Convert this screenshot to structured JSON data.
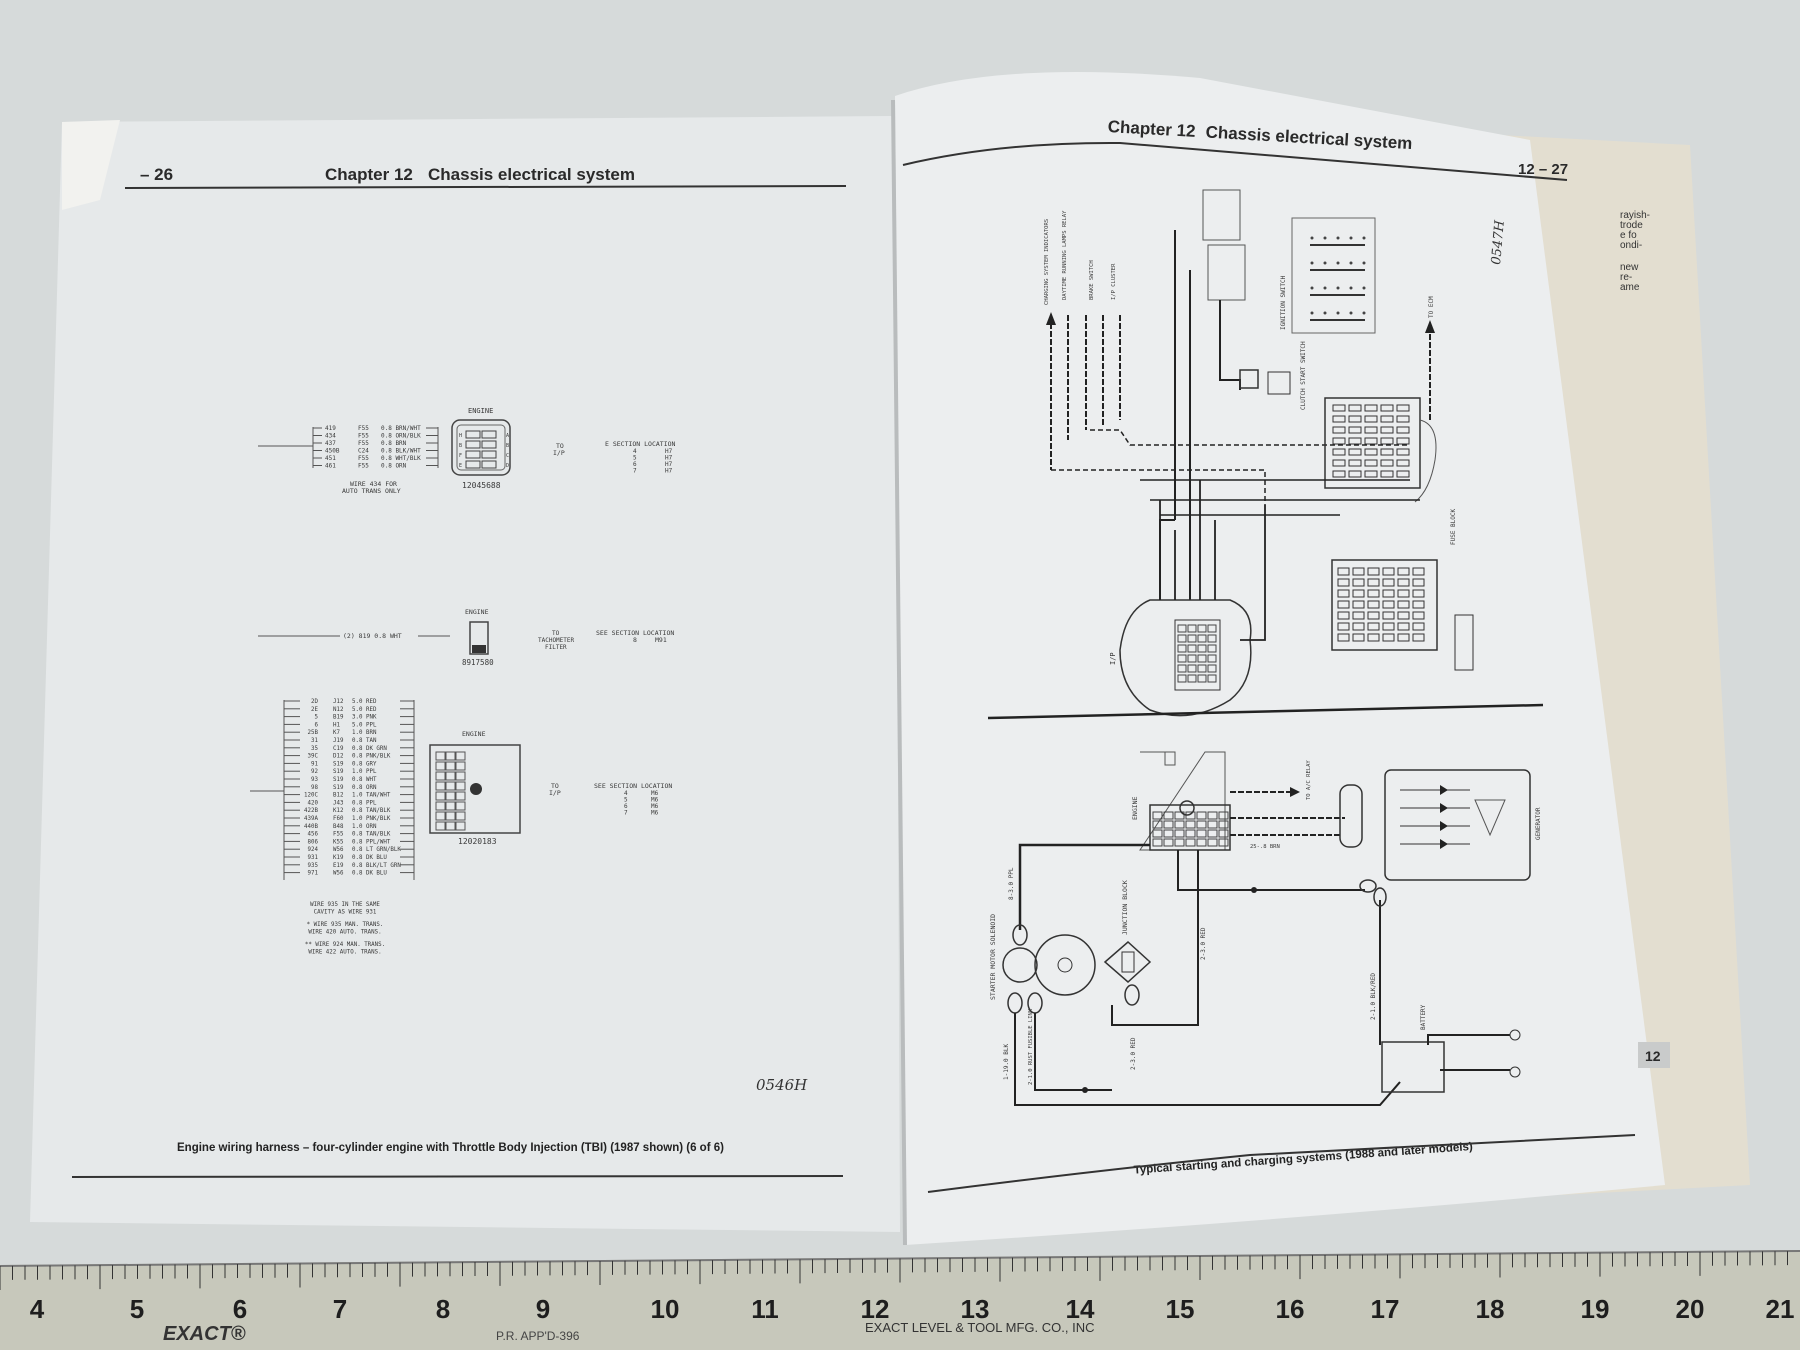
{
  "left_page": {
    "page_number": "– 26",
    "chapter": "Chapter 12",
    "chapter_title": "Chassis electrical system",
    "caption": "Engine wiring harness – four-cylinder engine with Throttle Body Injection (TBI) (1987 shown) (6 of 6)",
    "handwritten_code": "0546H",
    "connector1": {
      "label": "ENGINE",
      "part_number": "12045688",
      "wires": [
        [
          "419",
          "F55",
          "0.8 BRN/WHT"
        ],
        [
          "434",
          "F55",
          "0.8 ORN/BLK"
        ],
        [
          "437",
          "F55",
          "0.8 BRN"
        ],
        [
          "450B",
          "C24",
          "0.8 BLK/WHT"
        ],
        [
          "451",
          "F55",
          "0.8 WHT/BLK"
        ],
        [
          "461",
          "F55",
          "0.8 ORN"
        ]
      ],
      "pins": [
        "H",
        "B",
        "F",
        "E",
        "A",
        "B",
        "C",
        "D"
      ],
      "note": [
        "WIRE 434 FOR",
        "AUTO TRANS ONLY"
      ],
      "to": [
        "TO",
        "I/P"
      ],
      "section_header": "E SECTION  LOCATION",
      "sections": [
        [
          "4",
          "H7"
        ],
        [
          "5",
          "H7"
        ],
        [
          "6",
          "H7"
        ],
        [
          "7",
          "H7"
        ]
      ]
    },
    "connector2": {
      "label": "ENGINE",
      "part_number": "8917580",
      "wire": "(2)   819   0.8 WHT",
      "to": [
        "TO",
        "TACHOMETER",
        "FILTER"
      ],
      "section_header": "SEE SECTION  LOCATION",
      "section": "8",
      "location": "M91"
    },
    "connector3": {
      "label": "ENGINE",
      "part_number": "12020183",
      "wires": [
        [
          "2D",
          "J12",
          "5.0 RED"
        ],
        [
          "2E",
          "N12",
          "5.0 RED"
        ],
        [
          "5",
          "B19",
          "3.0 PNK"
        ],
        [
          "6",
          "H1",
          "5.0 PPL"
        ],
        [
          "25B",
          "K7",
          "1.0 BRN"
        ],
        [
          "31",
          "J19",
          "0.8 TAN"
        ],
        [
          "35",
          "C19",
          "0.8 DK GRN"
        ],
        [
          "39C",
          "D12",
          "0.8 PNK/BLK"
        ],
        [
          "91",
          "S19",
          "0.8 GRY"
        ],
        [
          "92",
          "S19",
          "1.0 PPL"
        ],
        [
          "93",
          "S19",
          "0.8 WHT"
        ],
        [
          "98",
          "S19",
          "0.8 ORN"
        ],
        [
          "120C",
          "B12",
          "1.0 TAN/WHT"
        ],
        [
          "420",
          "J43",
          "0.8 PPL"
        ],
        [
          "422B",
          "K12",
          "0.8 TAN/BLK"
        ],
        [
          "439A",
          "F60",
          "1.0 PNK/BLK"
        ],
        [
          "440B",
          "B48",
          "1.0 ORN"
        ],
        [
          "456",
          "F55",
          "0.8 TAN/BLK"
        ],
        [
          "806",
          "K55",
          "0.8 PPL/WHT"
        ],
        [
          "924",
          "W56",
          "0.8 LT GRN/BLK"
        ],
        [
          "931",
          "K19",
          "0.8 DK BLU"
        ],
        [
          "935",
          "E19",
          "0.8 BLK/LT GRN"
        ],
        [
          "971",
          "W56",
          "0.8 DK BLU"
        ]
      ],
      "notes": [
        "WIRE 935 IN THE SAME",
        "CAVITY AS WIRE 931",
        "*  WIRE 935 MAN. TRANS.",
        "WIRE 420 AUTO. TRANS.",
        "** WIRE 924 MAN. TRANS.",
        "WIRE 422 AUTO. TRANS."
      ],
      "to": [
        "TO",
        "I/P"
      ],
      "section_header": "SEE SECTION  LOCATION",
      "sections": [
        [
          "4",
          "M6"
        ],
        [
          "5",
          "M6"
        ],
        [
          "6",
          "M6"
        ],
        [
          "7",
          "M6"
        ]
      ]
    }
  },
  "right_page": {
    "chapter": "Chapter 12",
    "chapter_title": "Chassis electrical system",
    "page_number": "12 – 27",
    "caption": "Typical starting and charging systems (1988 and later models)",
    "handwritten_code": "0547H",
    "tab": "12",
    "labels": {
      "charging": "CHARGING SYSTEM INDICATORS",
      "drl": "DAYTIME RUNNING LAMPS RELAY",
      "brake": "BRAKE SWITCH",
      "cluster": "I/P CLUSTER",
      "ignition": "IGNITION SWITCH",
      "clutch": "CLUTCH START SWITCH",
      "fuse_block": "FUSE BLOCK",
      "to_ecm": "TO ECM",
      "ip": "I/P",
      "engine": "ENGINE",
      "ac_relay": "TO A/C RELAY",
      "generator": "GENERATOR",
      "starter": "STARTER MOTOR SOLENOID",
      "junction": "JUNCTION BLOCK",
      "battery": "BATTERY",
      "w_ppl": "8-3.0 PPL",
      "w_red1": "2-3.0 RED",
      "w_red2": "2-3.0 RED",
      "w_blk": "1-19.0 BLK",
      "w_rust": "2-1.0 RUST FUSIBLE LINK",
      "w_blkred": "2-1.0 BLK/RED",
      "w_brn": "25-.8 BRN"
    },
    "edge_text": [
      "rayish-",
      "trode",
      "e fo",
      "ondi-",
      "new",
      "re-",
      "ame"
    ]
  },
  "ruler": {
    "numbers": [
      "4",
      "5",
      "6",
      "7",
      "8",
      "9",
      "10",
      "11",
      "12",
      "13",
      "14",
      "15",
      "16",
      "17",
      "18",
      "19",
      "20",
      "21"
    ],
    "brand": "EXACT®",
    "approval": "P.R. APP'D-396",
    "maker": "EXACT LEVEL & TOOL MFG. CO., INC"
  }
}
